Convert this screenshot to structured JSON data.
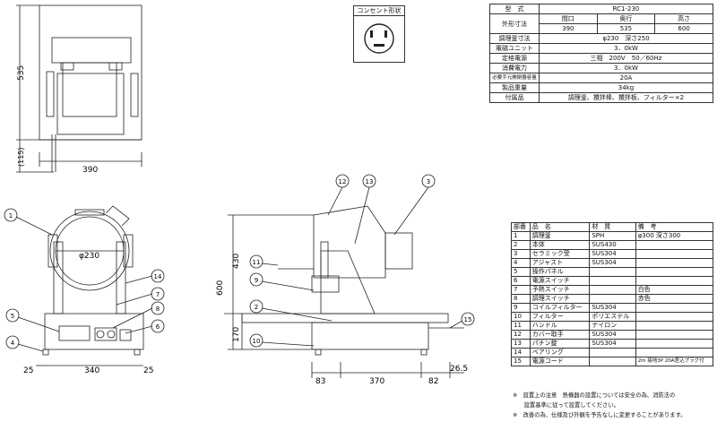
{
  "outlet": {
    "title": "コンセント形状"
  },
  "spec_table": {
    "title": [
      "型",
      "式"
    ],
    "model": "RC1-230",
    "size_label": "外形寸法",
    "size_cols": [
      "間口",
      "奥行",
      "高さ"
    ],
    "size_vals": [
      "390",
      "535",
      "600"
    ],
    "rows": [
      {
        "label": "調理釜寸法",
        "value": "φ230　深さ250"
      },
      {
        "label": "電磁ユニット",
        "value": "3．0kW"
      },
      {
        "label": "定格電源",
        "value": "三相　200V　50／60Hz"
      },
      {
        "label": "消費電力",
        "value": "3．0kW"
      },
      {
        "label": "必要手元開閉器容量",
        "value": "20A"
      },
      {
        "label": "製品重量",
        "value": "34kg"
      },
      {
        "label": "付属品",
        "value": "調理釜、攪拌棒、攪拌板、フィルター×2"
      }
    ]
  },
  "parts_table": {
    "headers": [
      "部番",
      "品　名",
      "材　質",
      "備　考"
    ],
    "rows": [
      [
        "1",
        "調理釜",
        "SPH",
        "φ300 深さ300"
      ],
      [
        "2",
        "本体",
        "SUS430",
        ""
      ],
      [
        "3",
        "セラミック受",
        "SUS304",
        ""
      ],
      [
        "4",
        "アジャスト",
        "SUS304",
        ""
      ],
      [
        "5",
        "操作パネル",
        "",
        ""
      ],
      [
        "6",
        "電源スイッチ",
        "",
        ""
      ],
      [
        "7",
        "予熱スイッチ",
        "",
        "白色"
      ],
      [
        "8",
        "調理スイッチ",
        "",
        "赤色"
      ],
      [
        "9",
        "コイルフィルター",
        "SUS304",
        ""
      ],
      [
        "10",
        "フィルター",
        "ポリエステル",
        ""
      ],
      [
        "11",
        "ハンドル",
        "ナイロン",
        ""
      ],
      [
        "12",
        "カバー取手",
        "SUS304",
        ""
      ],
      [
        "13",
        "パチン錠",
        "SUS304",
        ""
      ],
      [
        "14",
        "ベアリング",
        "",
        ""
      ],
      [
        "15",
        "電源コード",
        "",
        "2m 接地3P 20A差込プラグ付"
      ]
    ]
  },
  "notes": [
    "※　設置上の注意　熱機器の設置については安全の為、消防法の",
    "　　設置基準に従って設置してください。",
    "※　改善の為、仕様及び外観を予告なしに変更することがあります。"
  ],
  "dims": {
    "top_h1": "535",
    "top_h2": "(115)",
    "top_w": "390",
    "front_dia": "φ230",
    "front_w": "340",
    "front_m1": "25",
    "front_m2": "25",
    "side_h1": "430",
    "side_h2": "600",
    "side_h3": "170",
    "side_w1": "83",
    "side_w2": "370",
    "side_w3": "82",
    "side_w4": "26.5"
  },
  "callouts": [
    "1",
    "2",
    "3",
    "4",
    "5",
    "6",
    "7",
    "8",
    "9",
    "10",
    "11",
    "12",
    "13",
    "14",
    "15"
  ]
}
